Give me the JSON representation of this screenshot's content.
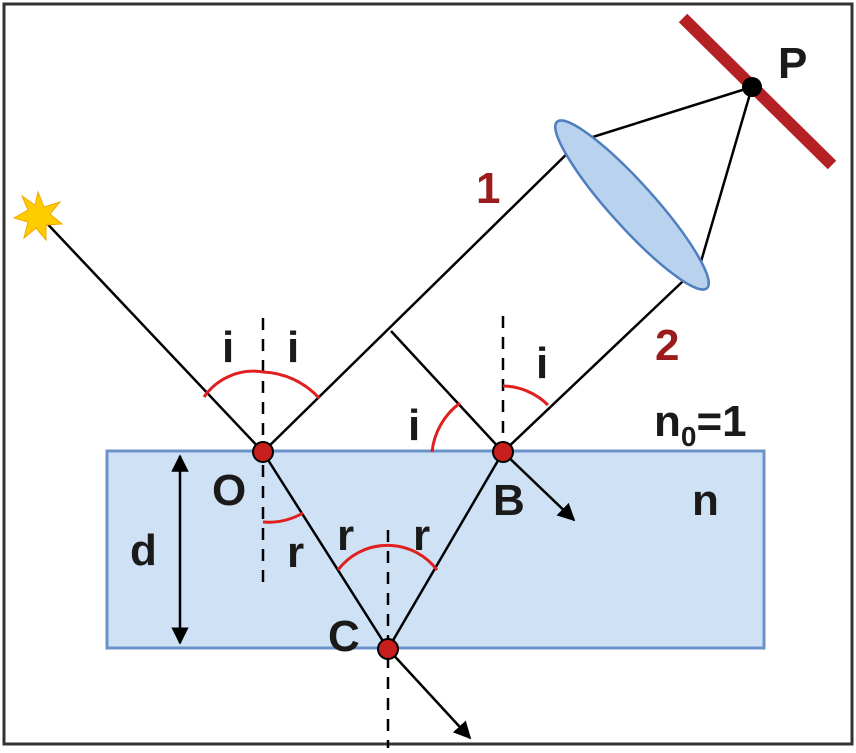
{
  "labels": {
    "angle_i": "i",
    "angle_r": "r",
    "point_O": "O",
    "point_B": "B",
    "point_C": "C",
    "point_P": "P",
    "thickness": "d",
    "index_film": "n",
    "index_outside_base": "n",
    "index_outside_sub": "0",
    "index_outside_value": "=1",
    "ray_1": "1",
    "ray_2": "2"
  },
  "colors": {
    "film": "#cfe2f5",
    "film_border": "#6b93c9",
    "lens": "#b9d3ee",
    "lens_border": "#4f7fbf",
    "screen": "#b52025",
    "point": "#c81e1e",
    "arc": "#e02020",
    "ray_label": "#9b1c1c",
    "star": "#ffcc00"
  }
}
